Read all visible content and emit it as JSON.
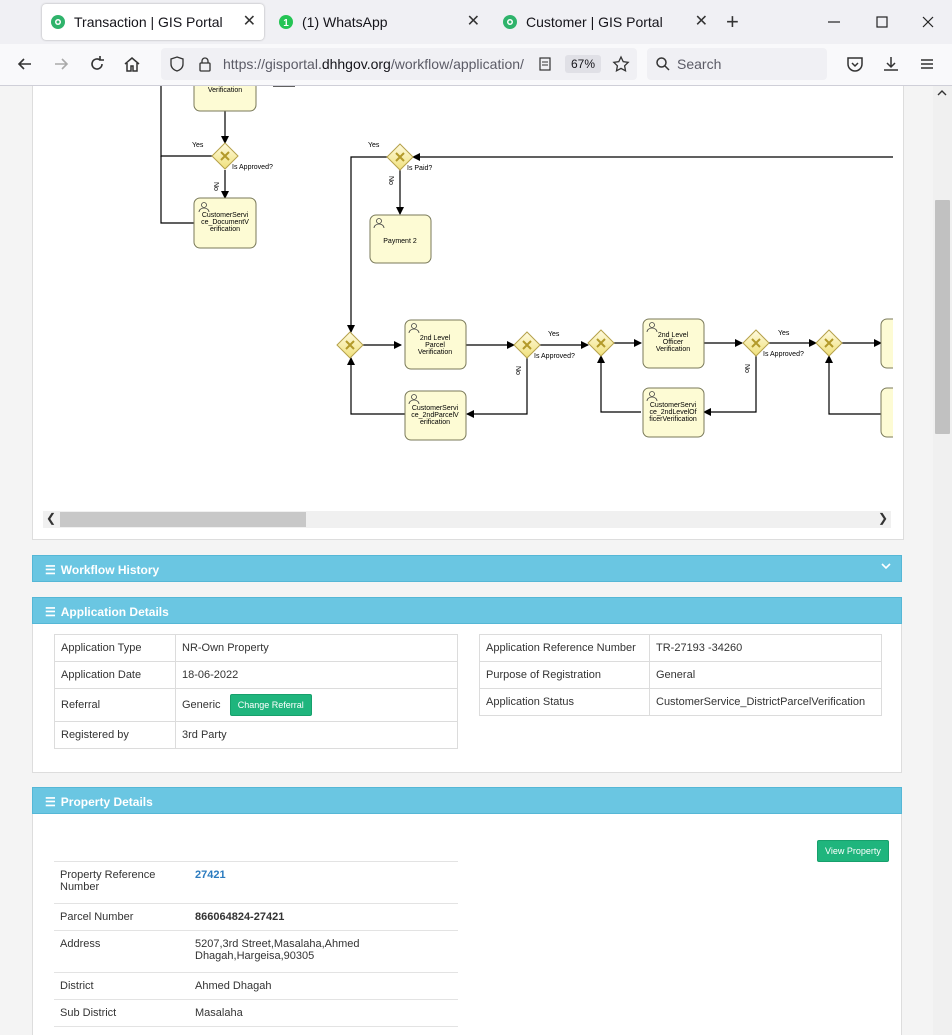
{
  "browser": {
    "tabs": [
      {
        "title": "Transaction | GIS Portal",
        "active": true
      },
      {
        "title": "(1) WhatsApp",
        "active": false,
        "badge": "1"
      },
      {
        "title": "Customer | GIS Portal",
        "active": false
      }
    ],
    "url_prefix": "https://gisportal.",
    "url_host": "dhhgov.org",
    "url_path": "/workflow/application/",
    "zoom": "67%",
    "search_placeholder": "Search"
  },
  "diagram": {
    "tasks": {
      "doc_verification": "Verification",
      "cs_document_verification": [
        "CustomerServi",
        "ce_DocumentV",
        "erification"
      ],
      "payment2": "Payment 2",
      "second_level_parcel": [
        "2nd Level",
        "Parcel",
        "Verification"
      ],
      "cs_2nd_parcel": [
        "CustomerServi",
        "ce_2ndParcelV",
        "erification"
      ],
      "second_level_officer": [
        "2nd Level",
        "Officer",
        "Verification"
      ],
      "cs_2nd_officer": [
        "CustomerServi",
        "ce_2ndLevelOf",
        "ficerVerification"
      ]
    },
    "labels": {
      "yes": "Yes",
      "no": "No",
      "is_approved": "Is Approved?",
      "is_paid": "Is Paid?"
    }
  },
  "workflow_history": {
    "title": "Workflow History"
  },
  "application_details": {
    "title": "Application Details",
    "left_rows": [
      {
        "label": "Application Type",
        "value": "NR-Own Property"
      },
      {
        "label": "Application Date",
        "value": "18-06-2022"
      },
      {
        "label": "Referral",
        "value": "Generic"
      },
      {
        "label": "Registered by",
        "value": "3rd Party"
      }
    ],
    "change_referral_label": "Change Referral",
    "right_rows": [
      {
        "label": "Application Reference Number",
        "value": "TR-27193 -34260"
      },
      {
        "label": "Purpose of Registration",
        "value": "General"
      },
      {
        "label": "Application Status",
        "value": "CustomerService_DistrictParcelVerification"
      }
    ]
  },
  "property_details": {
    "title": "Property Details",
    "view_property_label": "View Property",
    "rows": [
      {
        "label": "Property Reference Number",
        "value": "27421"
      },
      {
        "label": "Parcel Number",
        "value": "866064824-27421"
      },
      {
        "label": "Address",
        "value": "5207,3rd Street,Masalaha,Ahmed Dhagah,Hargeisa,90305"
      },
      {
        "label": "District",
        "value": "Ahmed Dhagah"
      },
      {
        "label": "Sub District",
        "value": "Masalaha"
      }
    ]
  }
}
